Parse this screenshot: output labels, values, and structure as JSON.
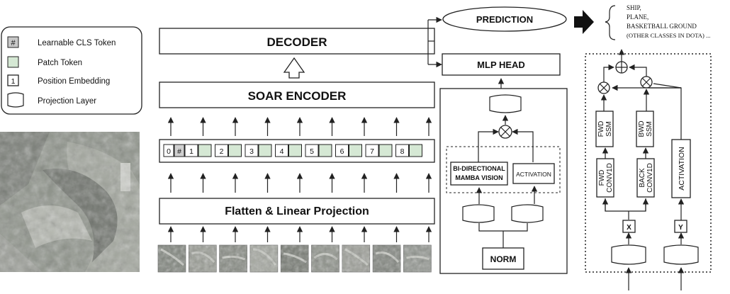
{
  "legend": {
    "cls_symbol": "#",
    "cls_label": "Learnable CLS Token",
    "patch_label": "Patch Token",
    "pos_symbol": "1",
    "pos_label": "Position Embedding",
    "proj_label": "Projection Layer"
  },
  "main": {
    "decoder": "DECODER",
    "encoder": "SOAR ENCODER",
    "flatten": "Flatten & Linear Projection",
    "tokens": [
      "0",
      "#",
      "1",
      "2",
      "3",
      "4",
      "5",
      "6",
      "7",
      "8"
    ]
  },
  "head": {
    "prediction": "PREDICTION",
    "mlp": "MLP HEAD",
    "classes": [
      "SHIP,",
      "PLANE,",
      "BASKETBALL GROUND",
      "(OTHER CLASSES IN DOTA) ..."
    ]
  },
  "mamba": {
    "bidir_line1": "BI-DIRECTIONAL",
    "bidir_line2": "MAMBA VISION",
    "activation": "ACTIVATION",
    "norm": "NORM"
  },
  "detail": {
    "fwd_ssm": [
      "FWD",
      "SSM"
    ],
    "bwd_ssm": [
      "BWD",
      "SSM"
    ],
    "fwd_conv": [
      "FWD",
      "CONV1D"
    ],
    "back_conv": [
      "BACK",
      "CONV1D"
    ],
    "activation": "ACTIVATION",
    "x": "X",
    "y": "Y"
  },
  "colors": {
    "patch_fill": "#d5e8d4",
    "stroke": "#222222",
    "aerial_base": "#8a8f86"
  }
}
